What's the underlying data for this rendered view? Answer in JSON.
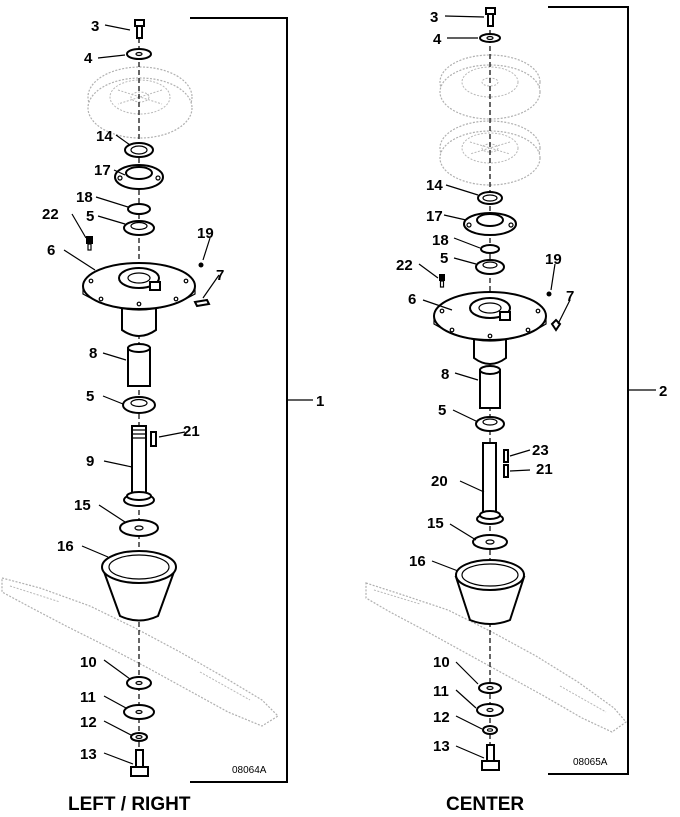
{
  "assemblies": [
    {
      "caption": "LEFT / RIGHT",
      "code": "08064A",
      "bracket_label": "1",
      "callouts": [
        "3",
        "4",
        "14",
        "17",
        "18",
        "22",
        "5",
        "6",
        "19",
        "7",
        "8",
        "5",
        "21",
        "9",
        "15",
        "16",
        "10",
        "11",
        "12",
        "13"
      ]
    },
    {
      "caption": "CENTER",
      "code": "08065A",
      "bracket_label": "2",
      "callouts": [
        "3",
        "4",
        "14",
        "17",
        "18",
        "5",
        "22",
        "19",
        "6",
        "7",
        "8",
        "5",
        "23",
        "21",
        "20",
        "15",
        "16",
        "10",
        "11",
        "12",
        "13"
      ]
    }
  ]
}
